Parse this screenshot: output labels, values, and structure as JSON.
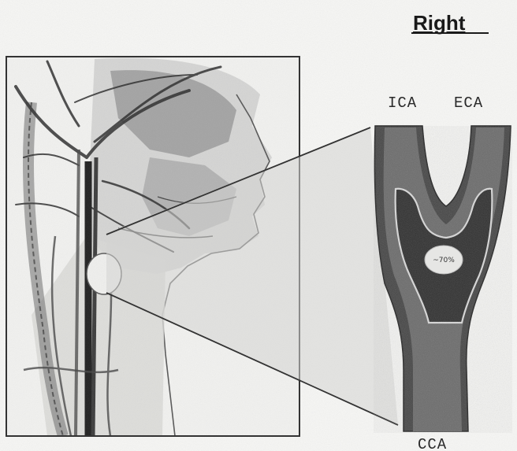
{
  "figure": {
    "side_label": "Right",
    "vessel_labels": {
      "internal": "ICA",
      "external": "ECA",
      "common": "CCA"
    },
    "stenosis_percent": "~70%"
  }
}
